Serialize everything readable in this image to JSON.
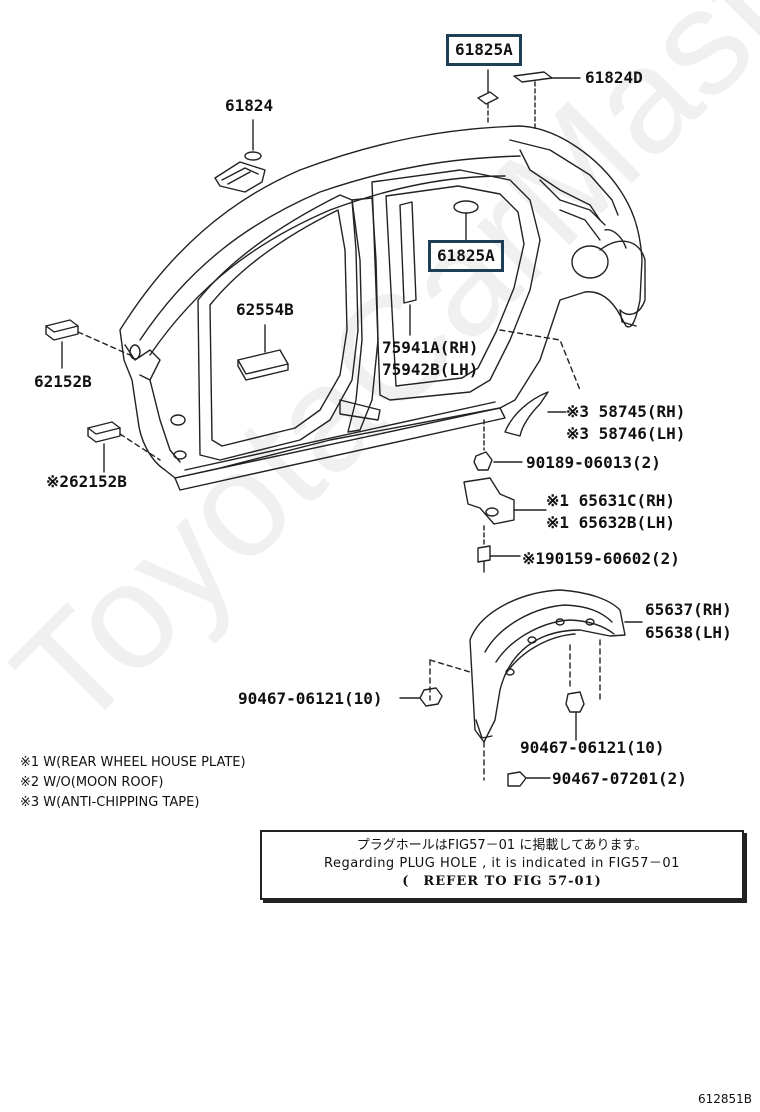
{
  "parts": {
    "p61825A_top": "61825A",
    "p61824D": "61824D",
    "p61824": "61824",
    "p61825A_mid": "61825A",
    "p62554B": "62554B",
    "p75941A": "75941A(RH)",
    "p75942B": "75942B(LH)",
    "p62152B": "62152B",
    "p62152B_note": "※262152B",
    "p58745": "※3 58745(RH)",
    "p58746": "※3 58746(LH)",
    "p90189": "90189-06013(2)",
    "p65631C": "※1 65631C(RH)",
    "p65632B": "※1 65632B(LH)",
    "p90159": "※190159-60602(2)",
    "p65637": "65637(RH)",
    "p65638": "65638(LH)",
    "p90467_left": "90467-06121(10)",
    "p90467_right": "90467-06121(10)",
    "p90467_07201": "90467-07201(2)"
  },
  "notes": {
    "n1": "※1 W(REAR WHEEL HOUSE PLATE)",
    "n2": "※2 W/O(MOON ROOF)",
    "n3": "※3 W(ANTI-CHIPPING TAPE)"
  },
  "notice": {
    "line1": "プラグホールはFIG57－01 に掲載してあります。",
    "line2": "Regarding PLUG HOLE , it is indicated in FIG57－01",
    "line3": "(　REFER TO FIG 57-01)"
  },
  "watermark": "ToyotaCarMaster.ru",
  "figure_code": "612851B",
  "colors": {
    "highlight_border": "#1f3f57",
    "line": "#222222"
  }
}
